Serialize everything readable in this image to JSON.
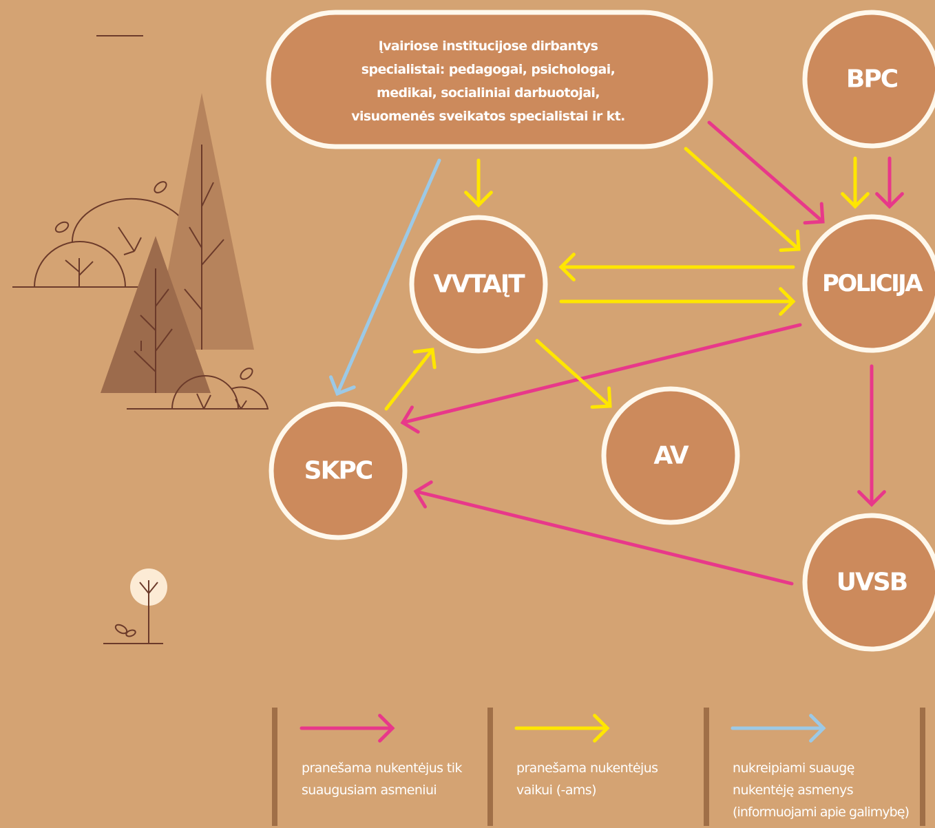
{
  "colors": {
    "background": "#D4A373",
    "node_fill": "#CC8A5C",
    "node_stroke": "#FFF8EC",
    "pink": "#E8388A",
    "yellow": "#FFE600",
    "blue": "#9CC9E6",
    "divider": "#A06F47",
    "tree_dark": "#6B3A2A"
  },
  "box": {
    "lines": [
      "Įvairiose institucijose dirbantys",
      "specialistai: pedagogai, psichologai,",
      "medikai, socialiniai darbuotojai,",
      "visuomenės sveikatos specialistai ir kt."
    ]
  },
  "nodes": {
    "bpc": "BPC",
    "vvtait": "VVTAĮT",
    "policija": "POLICIJA",
    "skpc": "SKPC",
    "av": "AV",
    "uvsb": "UVSB"
  },
  "legend": {
    "pink": [
      "pranešama nukentėjus tik",
      "suaugusiam asmeniui"
    ],
    "yellow": [
      "pranešama nukentėjus",
      "vaikui (-ams)"
    ],
    "blue": [
      "nukreipiami suaugę",
      "nukentėję asmenys",
      "(informuojami apie galimybę)"
    ]
  }
}
